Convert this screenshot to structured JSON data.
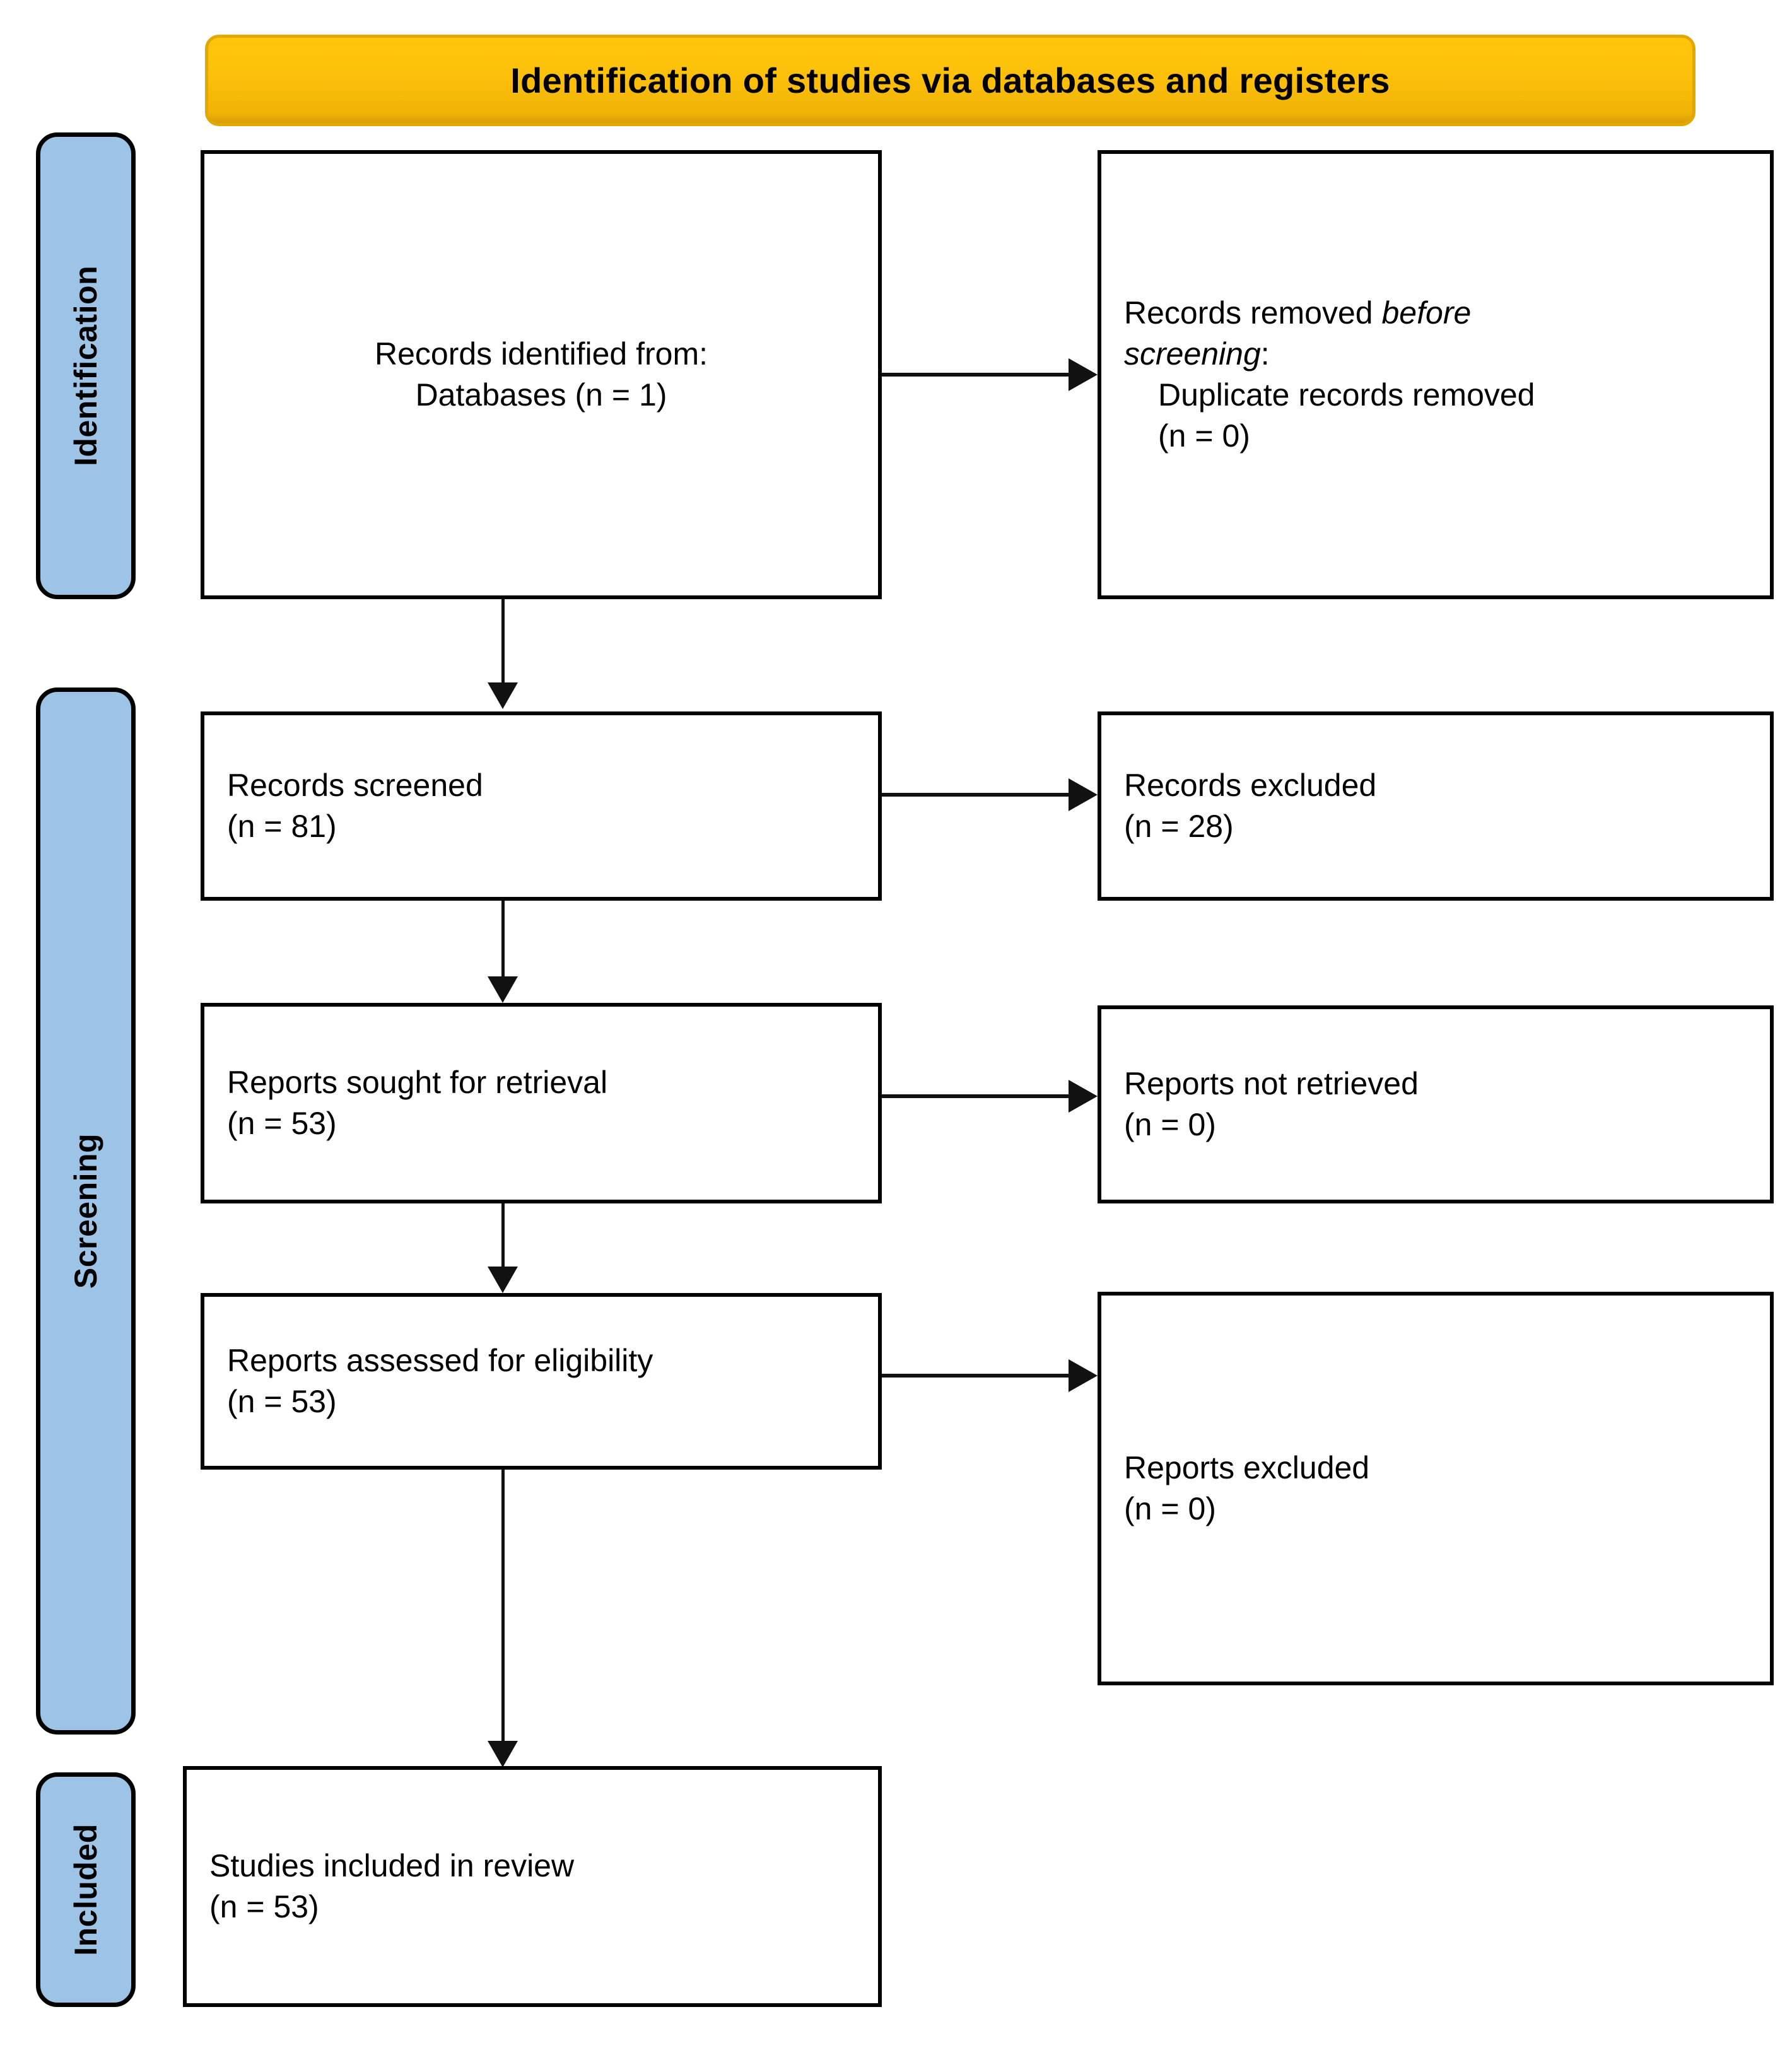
{
  "diagram": {
    "type": "prisma-flow-diagram",
    "banner": {
      "title": "Identification of studies via databases and registers",
      "fill_color": "#FFC60B",
      "border_color": "#E0A800",
      "text_color": "#000000"
    },
    "stages": [
      {
        "id": "identification",
        "label": "Identification",
        "fill_color": "#9DC3E6"
      },
      {
        "id": "screening",
        "label": "Screening",
        "fill_color": "#9DC3E6"
      },
      {
        "id": "included",
        "label": "Included",
        "fill_color": "#9DC3E6"
      }
    ],
    "boxes": {
      "identified": {
        "line1": "Records identified from:",
        "line2": "Databases (n = 1)",
        "count_label": "n = 1",
        "count": 1
      },
      "removed_before_screening": {
        "line1_prefix": "Records removed ",
        "line1_italic": "before",
        "line2_italic": "screening",
        "line2_suffix": ":",
        "line3": "Duplicate records removed",
        "line4": "(n = 0)",
        "count": 0
      },
      "screened": {
        "line1": "Records screened",
        "line2": "(n = 81)",
        "count": 81
      },
      "records_excluded": {
        "line1": "Records excluded",
        "line2": "(n = 28)",
        "count": 28
      },
      "sought_for_retrieval": {
        "line1": "Reports sought for retrieval",
        "line2": "(n = 53)",
        "count": 53
      },
      "not_retrieved": {
        "line1": "Reports not retrieved",
        "line2": "(n = 0)",
        "count": 0
      },
      "assessed_for_eligibility": {
        "line1": "Reports assessed for eligibility",
        "line2": "(n = 53)",
        "count": 53
      },
      "reports_excluded": {
        "line1": "Reports excluded",
        "line2": "(n = 0)",
        "count": 0
      },
      "included_in_review": {
        "line1": "Studies included in review",
        "line2": "(n = 53)",
        "count": 53
      }
    }
  },
  "chart_data": {
    "type": "diagram",
    "title": "Identification of studies via databases and registers",
    "nodes": [
      {
        "id": "identified",
        "stage": "Identification",
        "label": "Records identified from: Databases",
        "n": 1
      },
      {
        "id": "removed",
        "stage": "Identification",
        "label": "Records removed before screening: Duplicate records removed",
        "n": 0
      },
      {
        "id": "screened",
        "stage": "Screening",
        "label": "Records screened",
        "n": 81
      },
      {
        "id": "records_excluded",
        "stage": "Screening",
        "label": "Records excluded",
        "n": 28
      },
      {
        "id": "sought",
        "stage": "Screening",
        "label": "Reports sought for retrieval",
        "n": 53
      },
      {
        "id": "not_retrieved",
        "stage": "Screening",
        "label": "Reports not retrieved",
        "n": 0
      },
      {
        "id": "assessed",
        "stage": "Screening",
        "label": "Reports assessed for eligibility",
        "n": 53
      },
      {
        "id": "reports_excluded",
        "stage": "Screening",
        "label": "Reports excluded",
        "n": 0
      },
      {
        "id": "included",
        "stage": "Included",
        "label": "Studies included in review",
        "n": 53
      }
    ],
    "edges": [
      {
        "from": "identified",
        "to": "removed",
        "direction": "right"
      },
      {
        "from": "identified",
        "to": "screened",
        "direction": "down"
      },
      {
        "from": "screened",
        "to": "records_excluded",
        "direction": "right"
      },
      {
        "from": "screened",
        "to": "sought",
        "direction": "down"
      },
      {
        "from": "sought",
        "to": "not_retrieved",
        "direction": "right"
      },
      {
        "from": "sought",
        "to": "assessed",
        "direction": "down"
      },
      {
        "from": "assessed",
        "to": "reports_excluded",
        "direction": "right"
      },
      {
        "from": "assessed",
        "to": "included",
        "direction": "down"
      }
    ]
  }
}
